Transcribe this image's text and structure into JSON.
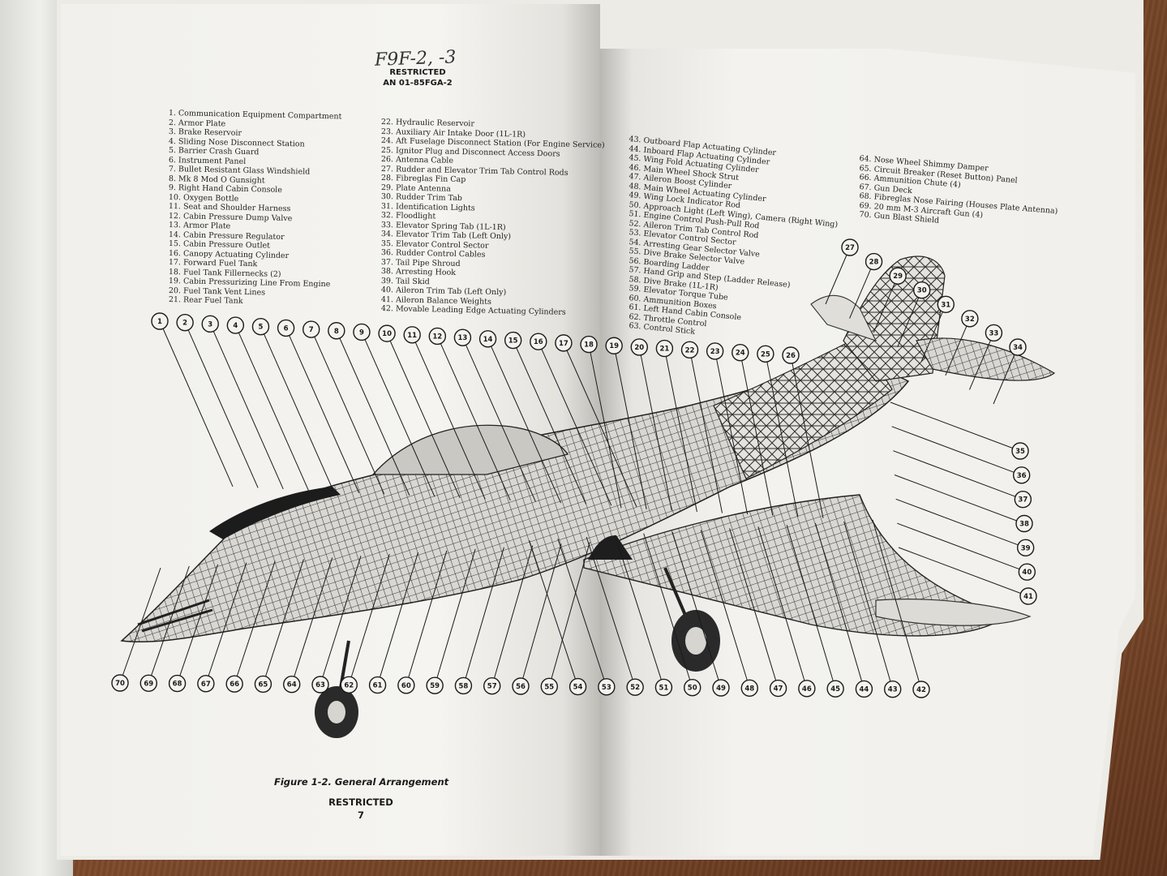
{
  "handwritten_note": "F9F-2, -3",
  "header": {
    "classification": "RESTRICTED",
    "document_number": "AN 01-85FGA-2"
  },
  "legend": {
    "column_1": [
      "1. Communication Equipment Compartment",
      "2. Armor Plate",
      "3. Brake Reservoir",
      "4. Sliding Nose Disconnect Station",
      "5. Barrier Crash Guard",
      "6. Instrument Panel",
      "7. Bullet Resistant Glass Windshield",
      "8. Mk 8 Mod O Gunsight",
      "9. Right Hand Cabin Console",
      "10. Oxygen Bottle",
      "11. Seat and Shoulder Harness",
      "12. Cabin Pressure Dump Valve",
      "13. Armor Plate",
      "14. Cabin Pressure Regulator",
      "15. Cabin Pressure Outlet",
      "16. Canopy Actuating Cylinder",
      "17. Forward Fuel Tank",
      "18. Fuel Tank Fillernecks (2)",
      "19. Cabin Pressurizing Line From Engine",
      "20. Fuel Tank Vent Lines",
      "21. Rear Fuel Tank"
    ],
    "column_2": [
      "22. Hydraulic Reservoir",
      "23. Auxiliary Air Intake Door (1L-1R)",
      "24. Aft Fuselage Disconnect Station (For Engine Service)",
      "25. Ignitor Plug and Disconnect Access Doors",
      "26. Antenna Cable",
      "27. Rudder and Elevator Trim Tab Control Rods",
      "28. Fibreglas Fin Cap",
      "29. Plate Antenna",
      "30. Rudder Trim Tab",
      "31. Identification Lights",
      "32. Floodlight",
      "33. Elevator Spring Tab (1L-1R)",
      "34. Elevator Trim Tab (Left Only)",
      "35. Elevator Control Sector",
      "36. Rudder Control Cables",
      "37. Tail Pipe Shroud",
      "38. Arresting Hook",
      "39. Tail Skid",
      "40. Aileron Trim Tab (Left Only)",
      "41. Aileron Balance Weights",
      "42. Movable Leading Edge Actuating Cylinders"
    ],
    "column_3": [
      "43. Outboard Flap Actuating Cylinder",
      "44. Inboard Flap Actuating Cylinder",
      "45. Wing Fold Actuating Cylinder",
      "46. Main Wheel Shock Strut",
      "47. Aileron Boost Cylinder",
      "48. Main Wheel Actuating Cylinder",
      "49. Wing Lock Indicator Rod",
      "50. Approach Light (Left Wing), Camera (Right Wing)",
      "51. Engine Control Push-Pull Rod",
      "52. Aileron Trim Tab Control Rod",
      "53. Elevator Control Sector",
      "54. Arresting Gear Selector Valve",
      "55. Dive Brake Selector Valve",
      "56. Boarding Ladder",
      "57. Hand Grip and Step (Ladder Release)",
      "58. Dive Brake (1L-1R)",
      "59. Elevator Torque Tube",
      "60. Ammunition Boxes",
      "61. Left Hand Cabin Console",
      "62. Throttle Control",
      "63. Control Stick"
    ],
    "column_4": [
      "64. Nose Wheel Shimmy Damper",
      "65. Circuit Breaker (Reset Button) Panel",
      "66. Ammunition Chute (4)",
      "67. Gun Deck",
      "68. Fibreglas Nose Fairing (Houses Plate Antenna)",
      "69. 20 mm M-3 Aircraft Gun (4)",
      "70. Gun Blast Shield"
    ]
  },
  "callouts": {
    "top_row": [
      "1",
      "2",
      "3",
      "4",
      "5",
      "6",
      "7",
      "8",
      "9",
      "10",
      "11",
      "12",
      "13",
      "14",
      "15",
      "16",
      "17",
      "18",
      "19",
      "20",
      "21",
      "22",
      "23",
      "24",
      "25",
      "26"
    ],
    "tail": [
      "27",
      "28",
      "29",
      "30",
      "31",
      "32",
      "33",
      "34"
    ],
    "right_side": [
      "35",
      "36",
      "37",
      "38",
      "39",
      "40",
      "41"
    ],
    "bottom_row": [
      "70",
      "69",
      "68",
      "67",
      "66",
      "65",
      "64",
      "63",
      "62",
      "61",
      "60",
      "59",
      "58",
      "57",
      "56",
      "55",
      "54",
      "53",
      "52",
      "51",
      "50",
      "49",
      "48",
      "47",
      "46",
      "45",
      "44",
      "43",
      "42"
    ]
  },
  "figure_caption": "Figure 1-2. General Arrangement",
  "footer": {
    "classification": "RESTRICTED",
    "page_number": "7"
  }
}
